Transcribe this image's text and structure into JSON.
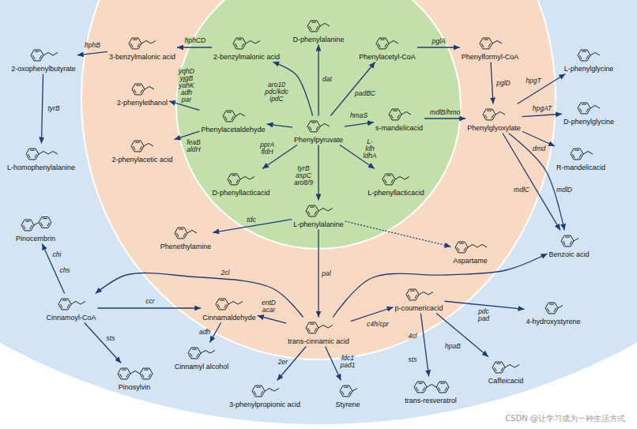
{
  "diagram": {
    "nodes": [
      {
        "text": [
          "Phenylpyruvate"
        ]
      },
      {
        "text": [
          "D-phenylalanine"
        ]
      },
      {
        "text": [
          "2-benzylmalonic acid"
        ]
      },
      {
        "text": [
          "Phenylacetyl-CoA"
        ]
      },
      {
        "text": [
          "Phenylacetaldehyde"
        ]
      },
      {
        "text": [
          "s-mandelicacid"
        ]
      },
      {
        "text": [
          "D-phenyllacticacid"
        ]
      },
      {
        "text": [
          "L-phenyllacticacid"
        ]
      },
      {
        "text": [
          "L-phenylalanine"
        ]
      },
      {
        "text": [
          "3-benzylmalonic acid"
        ]
      },
      {
        "text": [
          "Phenylformyl-CoA"
        ]
      },
      {
        "text": [
          "2-phenylethanol"
        ]
      },
      {
        "text": [
          "Phenylglyoxylate"
        ]
      },
      {
        "text": [
          "2-phenylacetic acid"
        ]
      },
      {
        "text": [
          "Phenethylamine"
        ]
      },
      {
        "text": [
          "Aspartame"
        ]
      },
      {
        "text": [
          "Cinnamaldehyde"
        ]
      },
      {
        "text": [
          "trans-cinnamic acid"
        ]
      },
      {
        "text": [
          "p-coumericacid"
        ]
      },
      {
        "text": [
          "2-oxophenylbutyrate"
        ]
      },
      {
        "text": [
          "L-homophenylalanine"
        ]
      },
      {
        "text": [
          "Pinocembrin"
        ]
      },
      {
        "text": [
          "Cinnamoyl-CoA"
        ]
      },
      {
        "text": [
          "Pinosylvin"
        ]
      },
      {
        "text": [
          "Cinnamyl alcohol"
        ]
      },
      {
        "text": [
          "3-phenylpropionic acid"
        ]
      },
      {
        "text": [
          "Styrene"
        ]
      },
      {
        "text": [
          "4-hydroxystyrene"
        ]
      },
      {
        "text": [
          "Caffeicacid"
        ]
      },
      {
        "text": [
          "trans-resveratrol"
        ]
      },
      {
        "text": [
          "Benzoic acid"
        ]
      },
      {
        "text": [
          "R-mandelicacid"
        ]
      },
      {
        "text": [
          "D-phenylglycine"
        ]
      },
      {
        "text": [
          "L-phenylglycine"
        ]
      }
    ],
    "edges": [
      {
        "from": 0,
        "to": 1,
        "label": "dat",
        "arrow": "to"
      },
      {
        "from": 0,
        "to": 2,
        "arrow": "to"
      },
      {
        "from": 0,
        "to": 3,
        "label": "padBC",
        "arrow": "to"
      },
      {
        "from": 0,
        "to": 5,
        "label": "hmaS",
        "arrow": "to"
      },
      {
        "from": 0,
        "to": 4,
        "label": "aro10 pdc/kdc ipdC",
        "arrow": "to"
      },
      {
        "from": 0,
        "to": 6,
        "label": "pprA fldH",
        "arrow": "to"
      },
      {
        "from": 0,
        "to": 7,
        "label": "L-ldh ldhA",
        "arrow": "to"
      },
      {
        "from": 0,
        "to": 8,
        "label": "tyrB aspC aro8/9",
        "arrow": "to"
      },
      {
        "from": 2,
        "to": 9,
        "label": "hphCD",
        "arrow": "to"
      },
      {
        "from": 9,
        "to": 19,
        "label": "hphB",
        "arrow": "to"
      },
      {
        "from": 19,
        "to": 20,
        "label": "tyrB",
        "arrow": "to"
      },
      {
        "from": 3,
        "to": 10,
        "label": "pglA",
        "arrow": "to"
      },
      {
        "from": 10,
        "to": 12,
        "label": "pglD",
        "arrow": "to"
      },
      {
        "from": 5,
        "to": 12,
        "label": "mdlB/hmo",
        "arrow": "to"
      },
      {
        "from": 12,
        "to": 33,
        "label": "hpgT",
        "arrow": "to"
      },
      {
        "from": 12,
        "to": 32,
        "label": "hpgAT",
        "arrow": "to"
      },
      {
        "from": 12,
        "to": 31,
        "label": "dmd",
        "arrow": "to"
      },
      {
        "from": 12,
        "to": 30,
        "label": "mdlC",
        "arrow": "to"
      },
      {
        "from": 12,
        "to": 30,
        "label": "mdlD",
        "arrow": "to"
      },
      {
        "from": 4,
        "to": 11,
        "label": "yqhD yjgB yahK adh par",
        "arrow": "to"
      },
      {
        "from": 4,
        "to": 13,
        "label": "feaB aldH",
        "arrow": "to"
      },
      {
        "from": 8,
        "to": 14,
        "label": "tdc",
        "arrow": "to"
      },
      {
        "from": 8,
        "to": 15,
        "arrow": "to"
      },
      {
        "from": 8,
        "to": 17,
        "label": "pal",
        "arrow": "to"
      },
      {
        "from": 17,
        "to": 16,
        "label": "entD acar",
        "arrow": "to"
      },
      {
        "from": 17,
        "to": 22,
        "label": "2cl",
        "arrow": "to"
      },
      {
        "from": 22,
        "to": 16,
        "label": "ccr",
        "arrow": "to"
      },
      {
        "from": 16,
        "to": 24,
        "label": "adh",
        "arrow": "to"
      },
      {
        "from": 17,
        "to": 25,
        "label": "2er",
        "arrow": "to"
      },
      {
        "from": 17,
        "to": 26,
        "label": "fdc1 pad1",
        "arrow": "to"
      },
      {
        "from": 17,
        "to": 30,
        "arrow": "to"
      },
      {
        "from": 17,
        "to": 18,
        "label": "c4h/cpr",
        "arrow": "to"
      },
      {
        "from": 18,
        "to": 27,
        "label": "pdc pad",
        "arrow": "to"
      },
      {
        "from": 18,
        "to": 28,
        "label": "hpaB",
        "arrow": "to"
      },
      {
        "from": 18,
        "to": 29,
        "label": "4cl",
        "arrow": "to"
      },
      {
        "from": 22,
        "to": 21,
        "label": "chs",
        "arrow": "to"
      },
      {
        "from": 22,
        "to": 23,
        "label": "sts",
        "arrow": "to"
      }
    ],
    "labels": [
      "chi",
      "sts",
      "CSDN @让学习成为一种生活方式"
    ]
  }
}
